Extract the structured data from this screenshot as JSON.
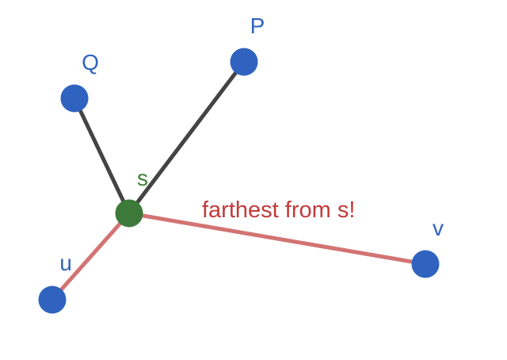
{
  "colors": {
    "background": "#ffffff",
    "node_blue": "#2f63bf",
    "node_center": "#3d7a3a",
    "label_blue": "#2f63bf",
    "label_center": "#3d7a3a",
    "edge_dark": "#444444",
    "edge_highlight": "#d37373",
    "annotation": "#c13b3b"
  },
  "nodes": {
    "s": {
      "label": "s"
    },
    "p": {
      "label": "P"
    },
    "q": {
      "label": "Q"
    },
    "u": {
      "label": "u"
    },
    "v": {
      "label": "v"
    }
  },
  "annotation": {
    "text": "farthest from s!"
  }
}
